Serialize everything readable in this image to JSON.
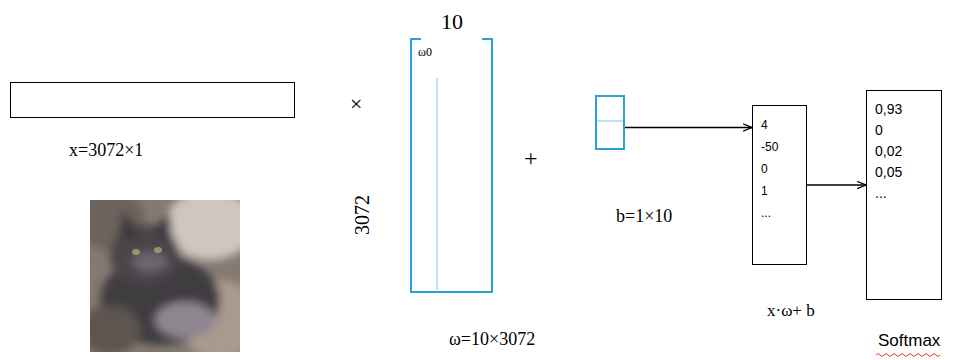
{
  "diagram": {
    "nodes": [
      {
        "text": [
          "x=3072×1"
        ]
      },
      {
        "text": [
          "10",
          "ω0",
          "3072",
          "ω=10×3072"
        ]
      },
      {
        "text": [
          "b=1×10"
        ]
      },
      {
        "text": [
          "4",
          "-50",
          "0",
          "1",
          "...",
          "x·ω+ b"
        ]
      },
      {
        "text": [
          "0,93",
          "0",
          "0,02",
          "0,05",
          "...",
          "Softmax"
        ]
      }
    ],
    "edges": [
      {
        "from": 2,
        "to": 3,
        "arrow": "to"
      },
      {
        "from": 3,
        "to": 4,
        "arrow": "to"
      }
    ],
    "labels": [
      "×",
      "+"
    ]
  }
}
